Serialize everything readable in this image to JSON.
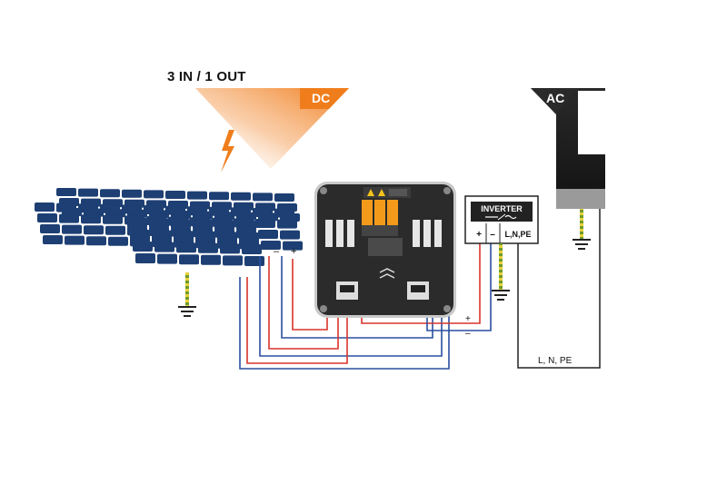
{
  "heading": "3 IN / 1 OUT",
  "dc_label": "DC",
  "ac_label": "AC",
  "inverter": {
    "title": "INVERTER",
    "terminal_plus": "+",
    "terminal_minus": "–",
    "terminal_ac": "L,N,PE"
  },
  "panel_polarity": {
    "minus": "–",
    "plus": "+"
  },
  "inverter_wire_marks": {
    "plus": "+",
    "minus": "–"
  },
  "ac_line_label": "L, N, PE",
  "colors": {
    "dc_accent": "#f07d1c",
    "panel_cell": "#1d3f73",
    "wire_red": "#d9342b",
    "wire_blue": "#2a4fa0",
    "earth_green": "#6f9a2e",
    "earth_yellow": "#e8d23b",
    "box_body": "#2b2b2b",
    "fuse_orange": "#f39a1b"
  },
  "icons": [
    "lightning-icon",
    "ground-icon",
    "dc-to-ac-icon"
  ]
}
